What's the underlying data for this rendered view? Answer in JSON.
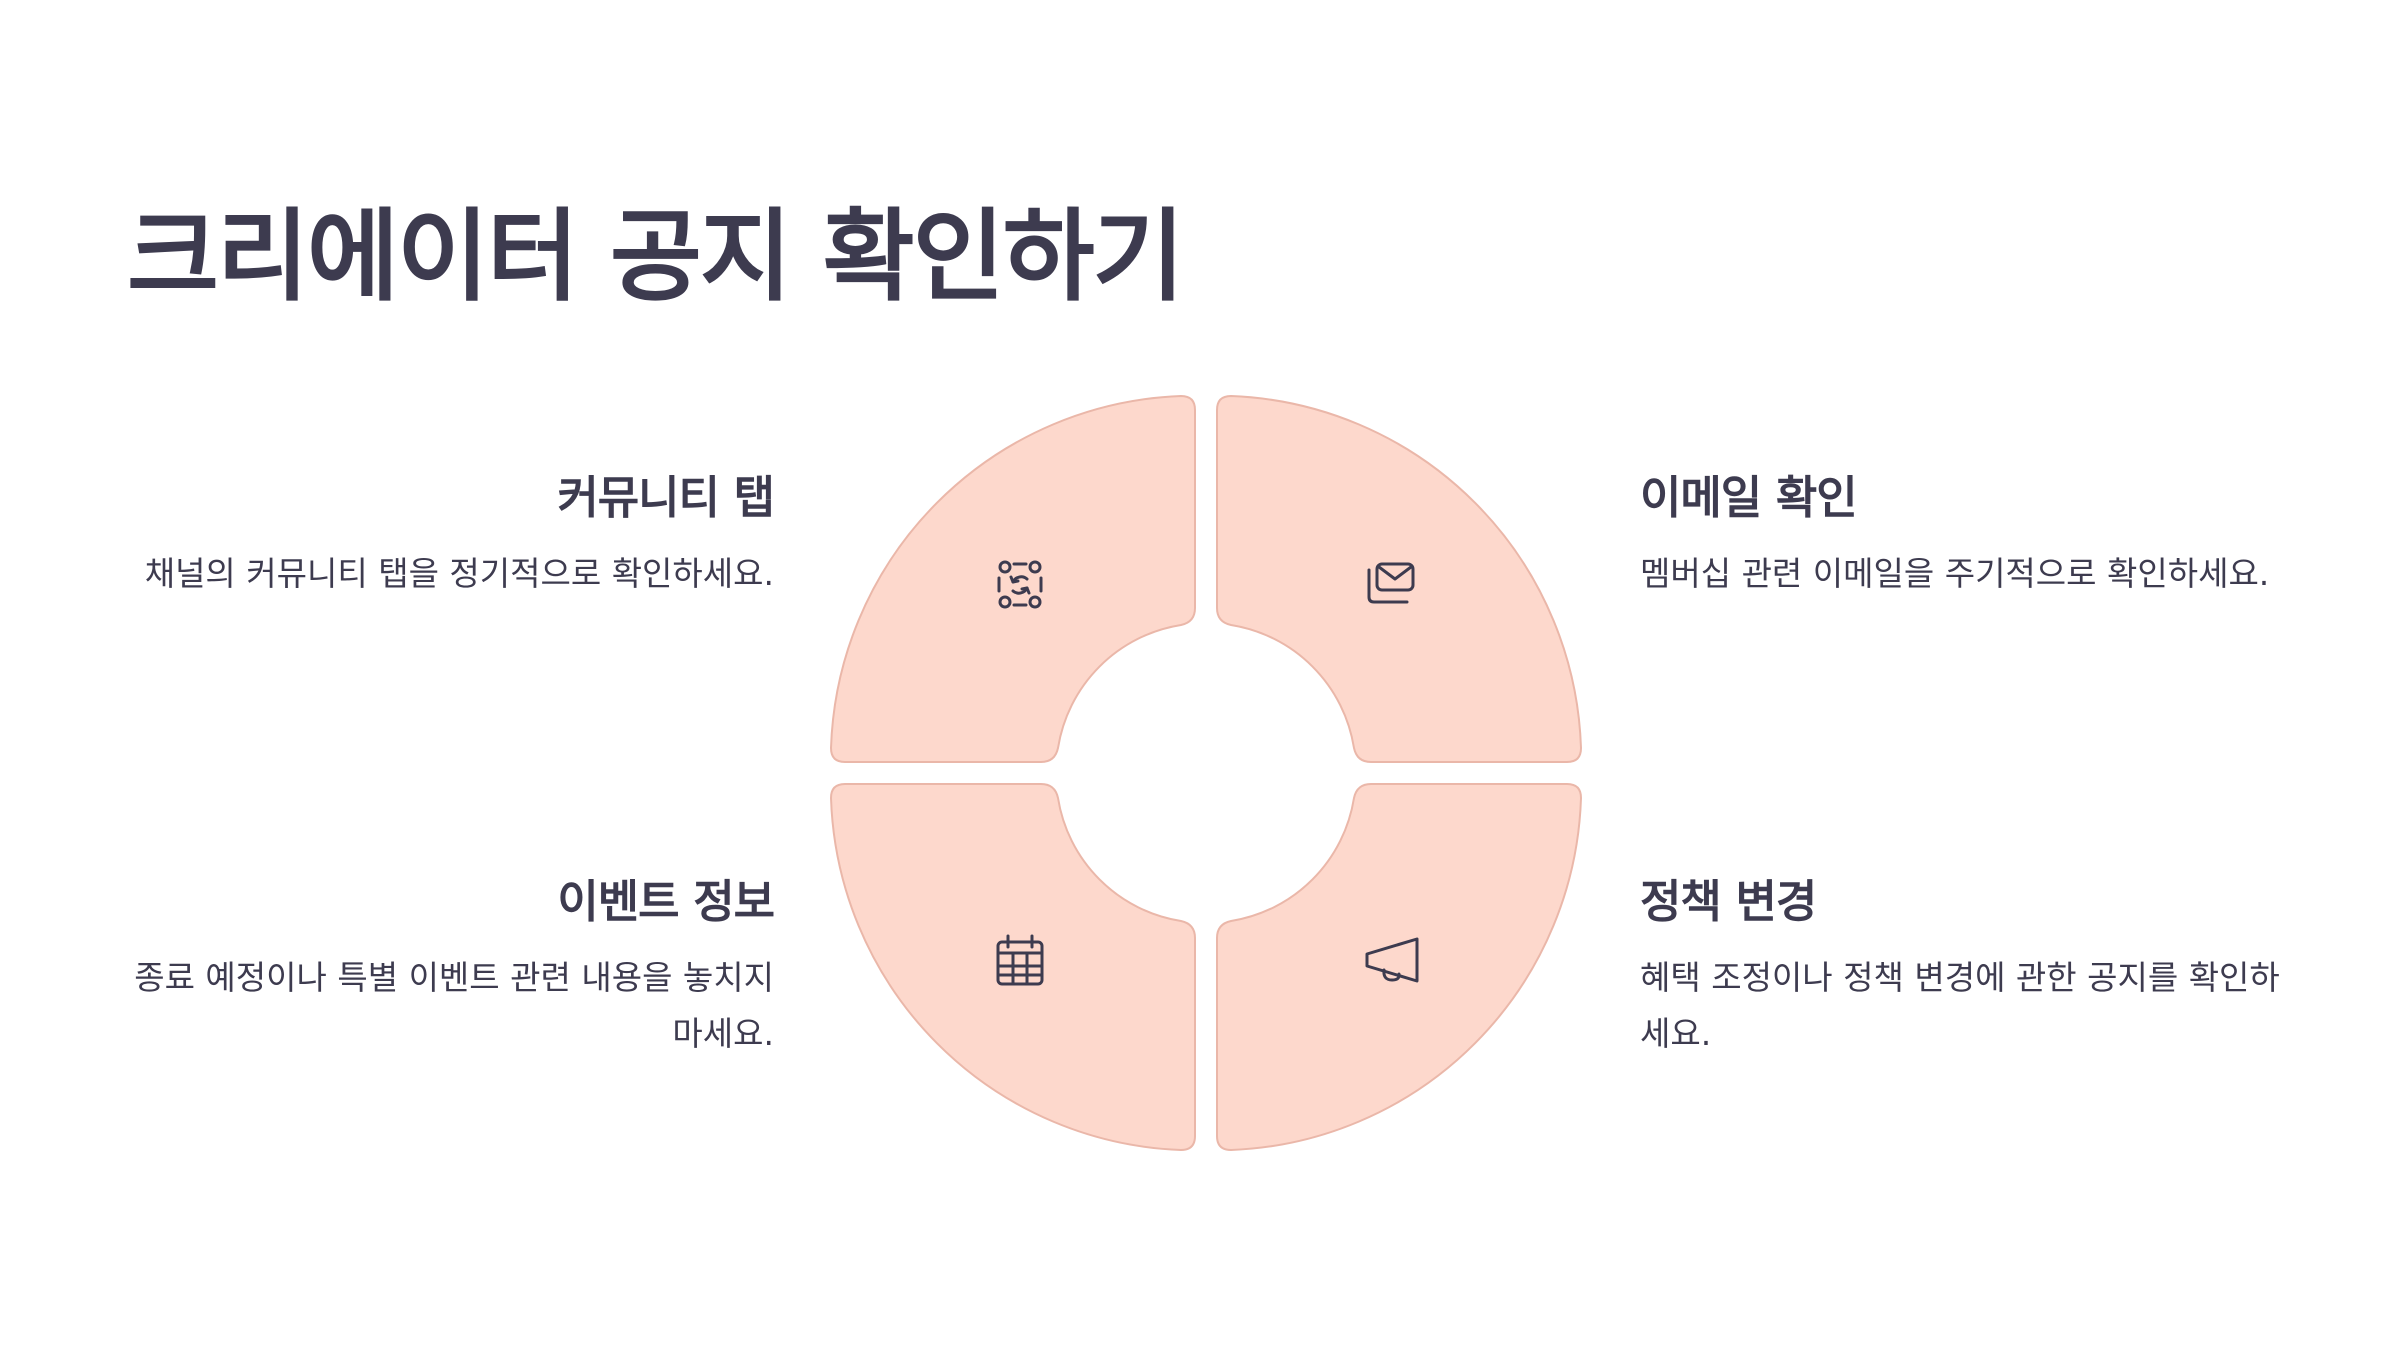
{
  "title": "크리에이터 공지 확인하기",
  "items": [
    {
      "heading": "커뮤니티 탭",
      "description": "채널의 커뮤니티 탭을 정기적으로 확인하세요.",
      "icon": "community-sync-icon"
    },
    {
      "heading": "이메일 확인",
      "description": "멤버십 관련 이메일을 주기적으로 확인하세요.",
      "icon": "mail-icon"
    },
    {
      "heading": "이벤트 정보",
      "description": "종료 예정이나 특별 이벤트 관련 내용을 놓치지 마세요.",
      "icon": "calendar-icon"
    },
    {
      "heading": "정책 변경",
      "description": "혜택 조정이나 정책 변경에 관한 공지를 확인하세요.",
      "icon": "megaphone-icon"
    }
  ],
  "colors": {
    "segment_fill": "#fdd8cc",
    "segment_stroke": "#eab7a9",
    "text": "#3d3b4f",
    "background": "#ffffff"
  }
}
